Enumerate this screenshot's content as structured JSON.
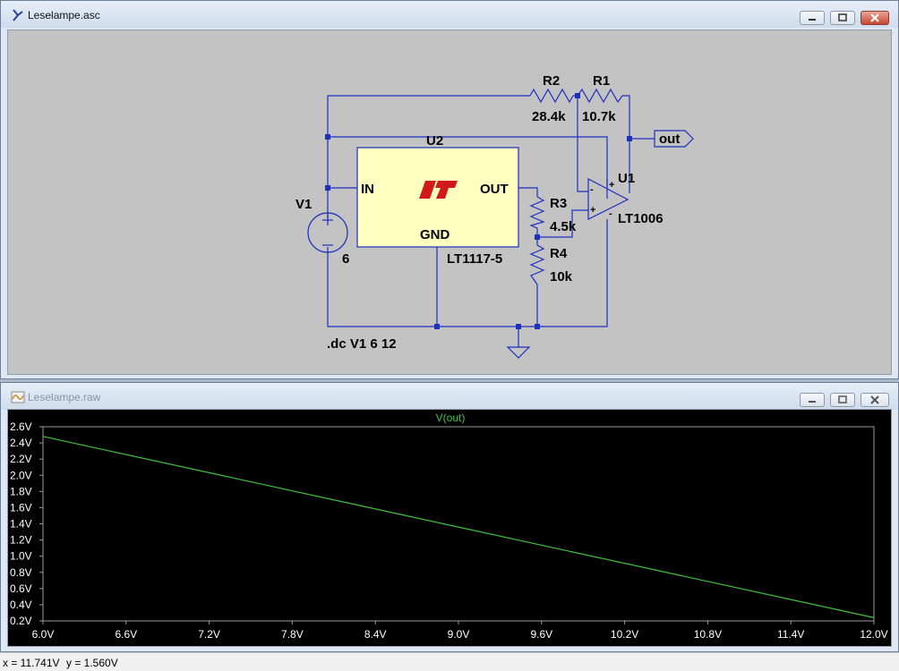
{
  "schematic_window": {
    "title": "Leselampe.asc",
    "components": {
      "r2": {
        "ref": "R2",
        "value": "28.4k"
      },
      "r1": {
        "ref": "R1",
        "value": "10.7k"
      },
      "u2": {
        "ref": "U2",
        "part": "LT1117-5",
        "pin_in": "IN",
        "pin_out": "OUT",
        "pin_gnd": "GND"
      },
      "u1": {
        "ref": "U1",
        "part": "LT1006",
        "plus": "+",
        "minus": "-"
      },
      "v1": {
        "ref": "V1",
        "value": "6"
      },
      "r3": {
        "ref": "R3",
        "value": "4.5k"
      },
      "r4": {
        "ref": "R4",
        "value": "10k"
      }
    },
    "net_label": "out",
    "directive": ".dc V1 6 12"
  },
  "plot_window": {
    "title": "Leselampe.raw",
    "trace_label": "V(out)"
  },
  "chart_data": {
    "type": "line",
    "x_ticks": [
      "6.0V",
      "6.6V",
      "7.2V",
      "7.8V",
      "8.4V",
      "9.0V",
      "9.6V",
      "10.2V",
      "10.8V",
      "11.4V",
      "12.0V"
    ],
    "y_ticks": [
      "2.6V",
      "2.4V",
      "2.2V",
      "2.0V",
      "1.8V",
      "1.6V",
      "1.4V",
      "1.2V",
      "1.0V",
      "0.8V",
      "0.6V",
      "0.4V",
      "0.2V"
    ],
    "xlim": [
      6.0,
      12.0
    ],
    "ylim": [
      0.2,
      2.6
    ],
    "series": [
      {
        "name": "V(out)",
        "x": [
          6.0,
          12.0
        ],
        "y": [
          2.48,
          0.24
        ]
      }
    ],
    "grid": false,
    "trace_color": "#3ec63e"
  },
  "status_bar": {
    "x_readout": "x = 11.741V",
    "y_readout": "y = 1.560V"
  }
}
